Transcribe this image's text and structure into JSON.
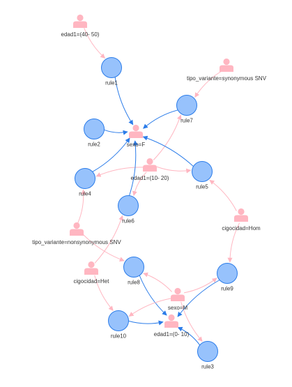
{
  "graph": {
    "colors": {
      "rule_fill": "#97C2FC",
      "rule_stroke": "#2B7CE9",
      "item_color": "#FFB6C1",
      "edge_out_color": "#FFB6C1",
      "edge_in_color": "#2B7CE9",
      "label_color": "#343434",
      "background": "#FFFFFF"
    },
    "item_icon": "person-icon",
    "rule_shape": "circle",
    "items": [
      {
        "id": "i_edad40",
        "label": "edad1=(40- 50)"
      },
      {
        "id": "i_tipo_syn",
        "label": "tipo_variante=synonymous SNV"
      },
      {
        "id": "i_sexoF",
        "label": "sexo=F"
      },
      {
        "id": "i_edad10",
        "label": "edad1=(10- 20)"
      },
      {
        "id": "i_cigHom",
        "label": "cigocidad=Hom"
      },
      {
        "id": "i_tipo_nonsyn",
        "label": "tipo_variante=nonsynonymous SNV"
      },
      {
        "id": "i_cigHet",
        "label": "cigocidad=Het"
      },
      {
        "id": "i_sexoM",
        "label": "sexo=M"
      },
      {
        "id": "i_edad0",
        "label": "edad1=(0- 10)"
      }
    ],
    "rules": [
      {
        "id": "r1",
        "label": "rule1"
      },
      {
        "id": "r2",
        "label": "rule2"
      },
      {
        "id": "r3",
        "label": "rule3"
      },
      {
        "id": "r4",
        "label": "rule4"
      },
      {
        "id": "r5",
        "label": "rule5"
      },
      {
        "id": "r6",
        "label": "rule6"
      },
      {
        "id": "r7",
        "label": "rule7"
      },
      {
        "id": "r8",
        "label": "rule8"
      },
      {
        "id": "r9",
        "label": "rule9"
      },
      {
        "id": "r10",
        "label": "rule10"
      }
    ],
    "edges": [
      {
        "from": "i_edad40",
        "to": "r1"
      },
      {
        "from": "r1",
        "to": "i_sexoF"
      },
      {
        "from": "i_tipo_syn",
        "to": "r7"
      },
      {
        "from": "r7",
        "to": "i_sexoF"
      },
      {
        "from": "r2",
        "to": "i_sexoF"
      },
      {
        "from": "i_edad10",
        "to": "r7"
      },
      {
        "from": "i_edad10",
        "to": "r5"
      },
      {
        "from": "i_edad10",
        "to": "r6"
      },
      {
        "from": "i_edad10",
        "to": "r4"
      },
      {
        "from": "i_cigHom",
        "to": "r5"
      },
      {
        "from": "r5",
        "to": "i_sexoF"
      },
      {
        "from": "i_cigHom",
        "to": "r9"
      },
      {
        "from": "r4",
        "to": "i_sexoF"
      },
      {
        "from": "r6",
        "to": "i_sexoF"
      },
      {
        "from": "i_tipo_nonsyn",
        "to": "r4"
      },
      {
        "from": "i_tipo_nonsyn",
        "to": "r8"
      },
      {
        "from": "i_cigHet",
        "to": "r6"
      },
      {
        "from": "i_cigHet",
        "to": "r10"
      },
      {
        "from": "r8",
        "to": "i_edad0"
      },
      {
        "from": "i_sexoM",
        "to": "r8"
      },
      {
        "from": "i_sexoM",
        "to": "r9"
      },
      {
        "from": "i_sexoM",
        "to": "r3"
      },
      {
        "from": "i_sexoM",
        "to": "r10"
      },
      {
        "from": "r9",
        "to": "i_edad0"
      },
      {
        "from": "r10",
        "to": "i_edad0"
      },
      {
        "from": "r3",
        "to": "i_edad0"
      }
    ]
  }
}
